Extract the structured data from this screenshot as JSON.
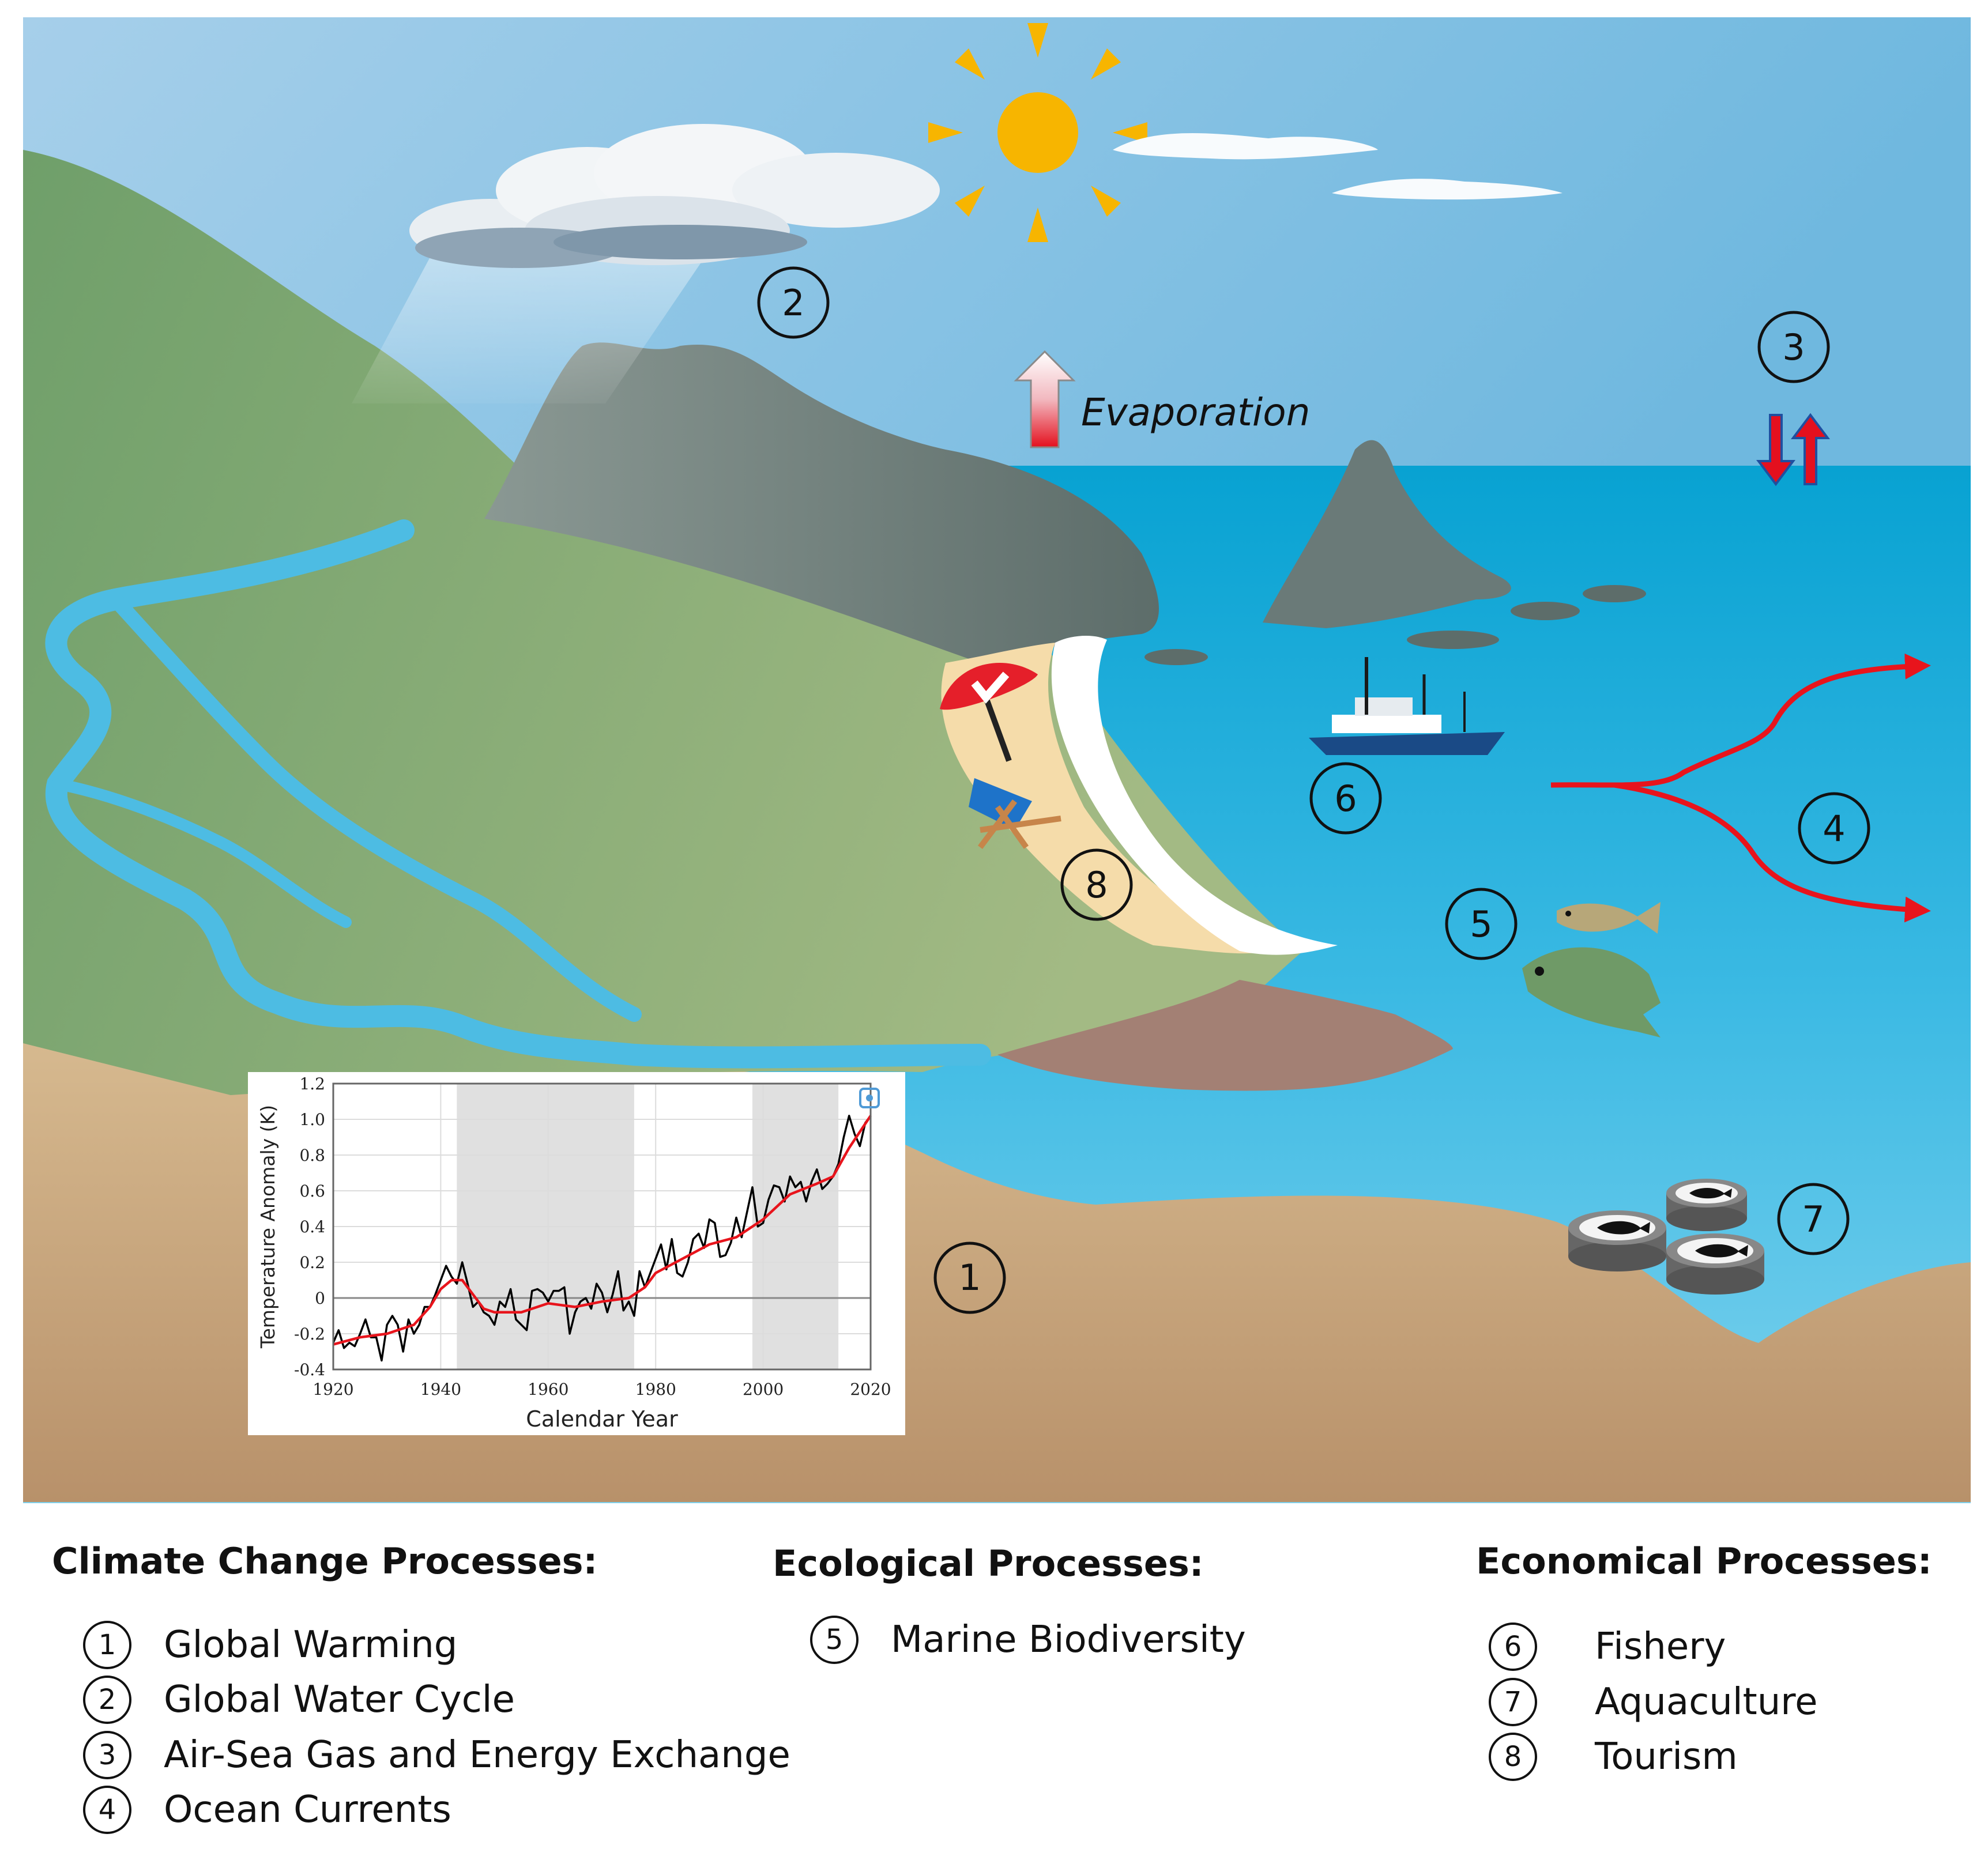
{
  "markers": [
    {
      "id": "1",
      "label": "1"
    },
    {
      "id": "2",
      "label": "2"
    },
    {
      "id": "3",
      "label": "3"
    },
    {
      "id": "4",
      "label": "4"
    },
    {
      "id": "5",
      "label": "5"
    },
    {
      "id": "6",
      "label": "6"
    },
    {
      "id": "7",
      "label": "7"
    },
    {
      "id": "8",
      "label": "8"
    }
  ],
  "evaporation_label": "Evaporation",
  "colors": {
    "sky_top": "#9fcbe8",
    "sea": "#1fb4d9",
    "land_green": "#8bb07a",
    "mountain_grey": "#6f7e7c",
    "sand": "#c9a884",
    "river": "#4dbce3",
    "current_arrow": "#e8141c",
    "sun": "#f7b500"
  },
  "chart_data": {
    "type": "line",
    "xlabel": "Calendar Year",
    "ylabel": "Temperature Anomaly (K)",
    "xlim": [
      1920,
      2020
    ],
    "ylim": [
      -0.4,
      1.2
    ],
    "xticks": [
      "1920",
      "1940",
      "1960",
      "1980",
      "2000",
      "2020"
    ],
    "yticks": [
      "-0.4",
      "-0.2",
      "0",
      "0.2",
      "0.4",
      "0.6",
      "0.8",
      "1.0",
      "1.2"
    ],
    "shaded_ranges": [
      [
        1943,
        1976
      ],
      [
        1998,
        2014
      ]
    ],
    "grid": true,
    "series": [
      {
        "color": "#000000",
        "x": [
          1920,
          1921,
          1922,
          1923,
          1924,
          1925,
          1926,
          1927,
          1928,
          1929,
          1930,
          1931,
          1932,
          1933,
          1934,
          1935,
          1936,
          1937,
          1938,
          1939,
          1940,
          1941,
          1942,
          1943,
          1944,
          1945,
          1946,
          1947,
          1948,
          1949,
          1950,
          1951,
          1952,
          1953,
          1954,
          1955,
          1956,
          1957,
          1958,
          1959,
          1960,
          1961,
          1962,
          1963,
          1964,
          1965,
          1966,
          1967,
          1968,
          1969,
          1970,
          1971,
          1972,
          1973,
          1974,
          1975,
          1976,
          1977,
          1978,
          1979,
          1980,
          1981,
          1982,
          1983,
          1984,
          1985,
          1986,
          1987,
          1988,
          1989,
          1990,
          1991,
          1992,
          1993,
          1994,
          1995,
          1996,
          1997,
          1998,
          1999,
          2000,
          2001,
          2002,
          2003,
          2004,
          2005,
          2006,
          2007,
          2008,
          2009,
          2010,
          2011,
          2012,
          2013,
          2014,
          2015,
          2016,
          2017,
          2018,
          2019,
          2020
        ],
        "y": [
          -0.25,
          -0.18,
          -0.28,
          -0.25,
          -0.27,
          -0.2,
          -0.12,
          -0.22,
          -0.22,
          -0.35,
          -0.15,
          -0.1,
          -0.15,
          -0.3,
          -0.12,
          -0.2,
          -0.15,
          -0.05,
          -0.05,
          0.02,
          0.1,
          0.18,
          0.12,
          0.08,
          0.2,
          0.08,
          -0.05,
          -0.02,
          -0.08,
          -0.1,
          -0.15,
          -0.02,
          -0.05,
          0.05,
          -0.12,
          -0.15,
          -0.18,
          0.04,
          0.05,
          0.03,
          -0.02,
          0.04,
          0.04,
          0.06,
          -0.2,
          -0.08,
          -0.02,
          0,
          -0.06,
          0.08,
          0.03,
          -0.08,
          0.02,
          0.15,
          -0.07,
          -0.02,
          -0.1,
          0.15,
          0.06,
          0.14,
          0.22,
          0.3,
          0.16,
          0.33,
          0.14,
          0.12,
          0.2,
          0.33,
          0.36,
          0.28,
          0.44,
          0.42,
          0.23,
          0.24,
          0.31,
          0.45,
          0.34,
          0.48,
          0.62,
          0.4,
          0.42,
          0.55,
          0.63,
          0.62,
          0.54,
          0.68,
          0.62,
          0.65,
          0.54,
          0.65,
          0.72,
          0.61,
          0.64,
          0.68,
          0.75,
          0.9,
          1.02,
          0.92,
          0.85,
          0.98,
          1.02
        ]
      },
      {
        "color": "#e8141c",
        "x": [
          1920,
          1925,
          1930,
          1935,
          1938,
          1940,
          1942,
          1944,
          1946,
          1948,
          1950,
          1955,
          1960,
          1965,
          1970,
          1975,
          1978,
          1980,
          1985,
          1990,
          1995,
          2000,
          2005,
          2010,
          2013,
          2016,
          2020
        ],
        "y": [
          -0.26,
          -0.22,
          -0.2,
          -0.15,
          -0.05,
          0.05,
          0.1,
          0.1,
          0.02,
          -0.06,
          -0.08,
          -0.08,
          -0.03,
          -0.05,
          -0.02,
          0,
          0.06,
          0.14,
          0.22,
          0.3,
          0.34,
          0.44,
          0.58,
          0.64,
          0.68,
          0.84,
          1.02
        ]
      }
    ]
  },
  "legend": {
    "climate": {
      "title": "Climate Change Processes:",
      "items": [
        {
          "num": "1",
          "label": "Global Warming"
        },
        {
          "num": "2",
          "label": "Global Water Cycle"
        },
        {
          "num": "3",
          "label": "Air-Sea Gas and Energy Exchange"
        },
        {
          "num": "4",
          "label": "Ocean Currents"
        }
      ]
    },
    "ecological": {
      "title": "Ecological Processes:",
      "items": [
        {
          "num": "5",
          "label": "Marine Biodiversity"
        }
      ]
    },
    "economical": {
      "title": "Economical Processes:",
      "items": [
        {
          "num": "6",
          "label": "Fishery"
        },
        {
          "num": "7",
          "label": "Aquaculture"
        },
        {
          "num": "8",
          "label": "Tourism"
        }
      ]
    }
  }
}
